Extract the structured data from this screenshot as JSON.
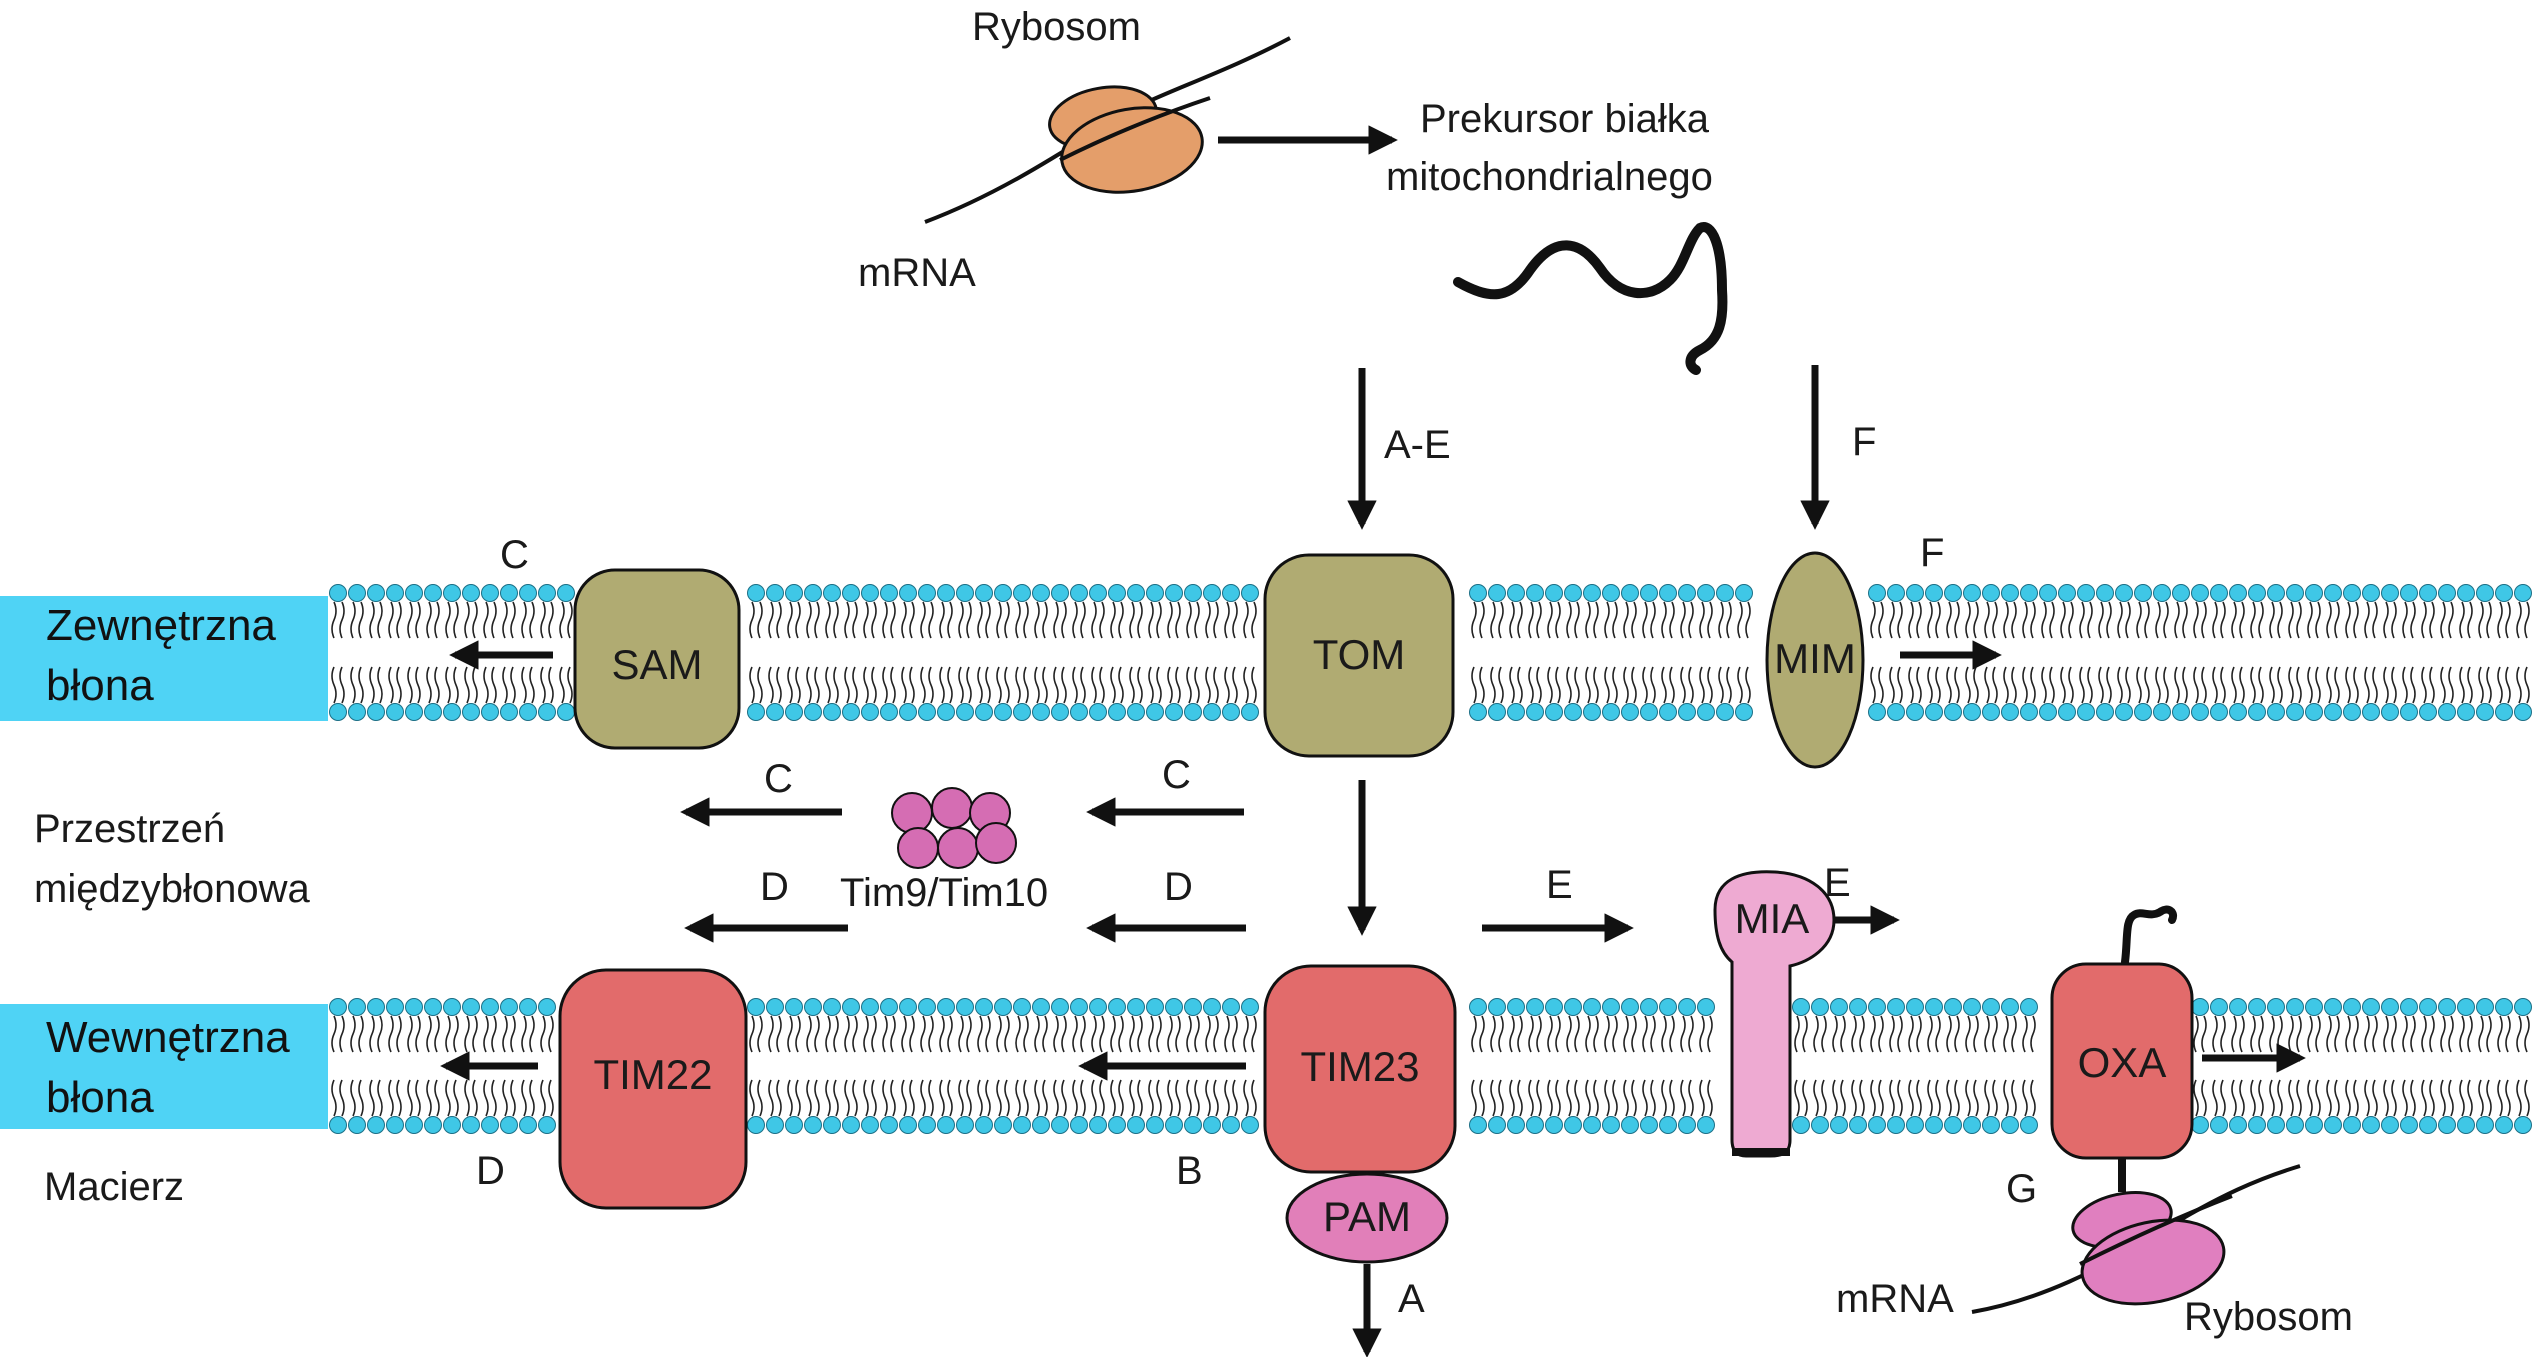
{
  "labels": {
    "ribosome_top": "Rybosom",
    "mrna_top": "mRNA",
    "precursor_line1": "Prekursor białka",
    "precursor_line2": "mitochondrialnego",
    "outer_membrane_line1": "Zewnętrzna",
    "outer_membrane_line2": "błona",
    "inner_membrane_line1": "Wewnętrzna",
    "inner_membrane_line2": "błona",
    "intermembrane_line1": "Przestrzeń",
    "intermembrane_line2": "międzybłonowa",
    "matrix": "Macierz",
    "tim9_tim10": "Tim9/Tim10",
    "mrna_bottom": "mRNA",
    "ribosome_bottom": "Rybosom"
  },
  "complexes": {
    "sam": "SAM",
    "tom": "TOM",
    "mim": "MIM",
    "tim22": "TIM22",
    "tim23": "TIM23",
    "pam": "PAM",
    "mia": "MIA",
    "oxa": "OXA"
  },
  "pathways": {
    "tom_entry": "A-E",
    "mim_entry": "F",
    "mim_exit": "F",
    "sam_exit": "C",
    "sam_top": "C",
    "tim9_from_tom": "C",
    "tim9_to_sam": "C",
    "tom_to_tim22_lower": "D",
    "tim9_to_tim22": "D",
    "tim22_exit": "D",
    "tom_to_mia": "E",
    "mia_exit": "E",
    "tim23_lateral": "B",
    "pam_exit": "A",
    "oxa": "G"
  },
  "colors": {
    "membrane_head": "#3fc7e6",
    "membrane_label_bg": "#4fd3f5",
    "outer_complex": "#b0ab72",
    "inner_complex": "#e26b6b",
    "pam": "#e17fb9",
    "mia": "#eeaad2",
    "ribosome_top": "#e49e6a",
    "ribosome_bottom": "#e07fbf",
    "tim9_10": "#d56db3"
  }
}
